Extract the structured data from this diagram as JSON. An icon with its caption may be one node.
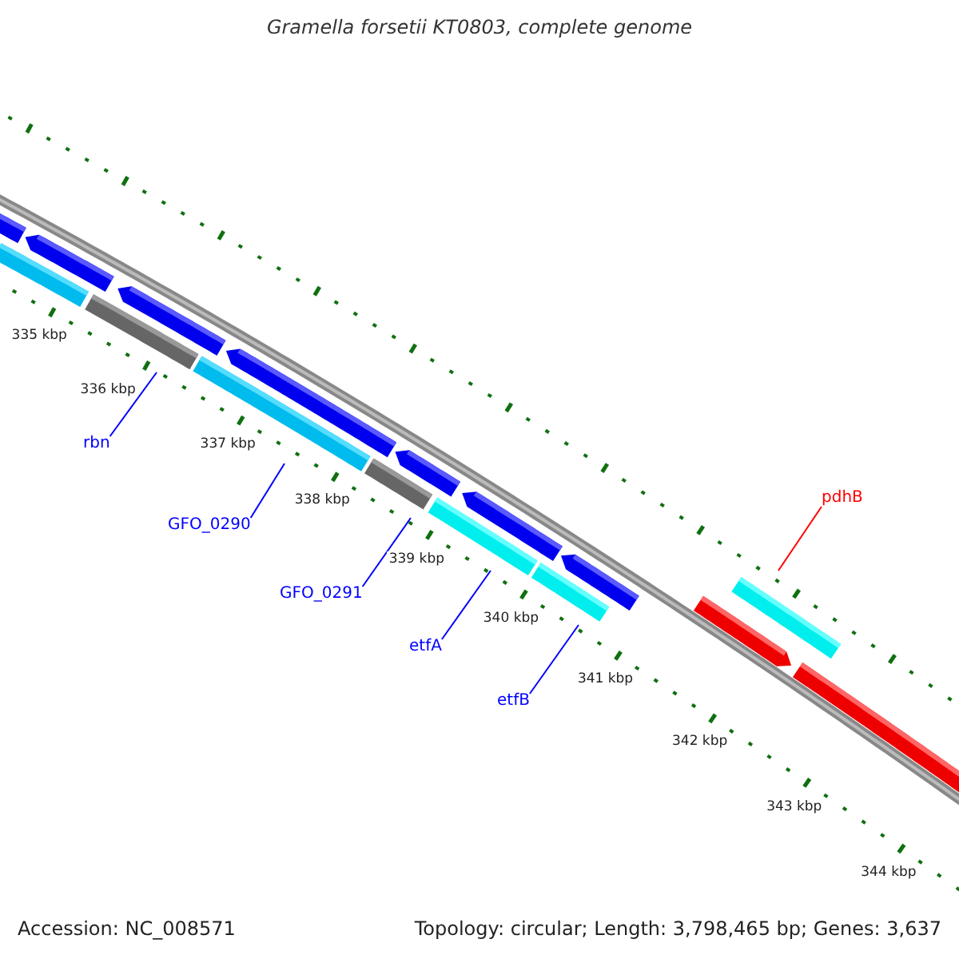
{
  "diagram": {
    "title": "Gramella forsetii KT0803, complete genome",
    "nodes": [
      {
        "text": [
          "rbn"
        ]
      },
      {
        "text": [
          "GFO_0290"
        ]
      },
      {
        "text": [
          "GFO_0291"
        ]
      },
      {
        "text": [
          "etfA"
        ]
      },
      {
        "text": [
          "etfB"
        ]
      },
      {
        "text": [
          "pdhB"
        ]
      }
    ],
    "edges": [
      {
        "from": 0,
        "to": null,
        "arrow": "none"
      },
      {
        "from": 1,
        "to": null,
        "arrow": "none"
      },
      {
        "from": 2,
        "to": null,
        "arrow": "none"
      },
      {
        "from": 3,
        "to": null,
        "arrow": "none"
      },
      {
        "from": 4,
        "to": null,
        "arrow": "none"
      },
      {
        "from": 5,
        "to": null,
        "arrow": "none",
        "color": "#ff0000"
      }
    ],
    "labels": [
      "335 kbp",
      "336 kbp",
      "337 kbp",
      "338 kbp",
      "339 kbp",
      "340 kbp",
      "341 kbp",
      "342 kbp",
      "343 kbp",
      "344 kbp",
      "Accession: NC_008571",
      "Topology: circular; Length: 3,798,465 bp; Genes: 3,637"
    ]
  }
}
